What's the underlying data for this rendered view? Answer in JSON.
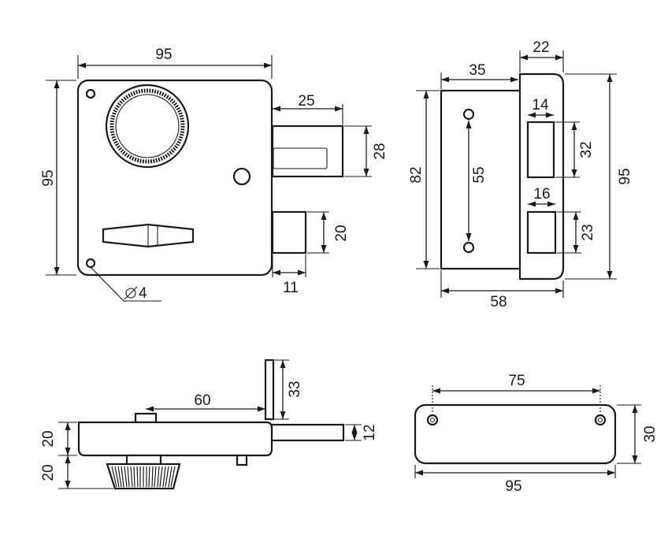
{
  "colors": {
    "line": "#1a1a1a",
    "background": "#ffffff"
  },
  "front_view": {
    "width": "95",
    "height": "95",
    "bolt_width": "25",
    "bolt_height": "28",
    "latch_height": "20",
    "latch_width": "11",
    "hole_diameter": "4"
  },
  "plate_view": {
    "total_width": "22",
    "body_width": "35",
    "body_height": "82",
    "hole_spacing": "55",
    "upper_slot_width": "14",
    "upper_slot_height": "32",
    "lower_slot_width": "16",
    "lower_slot_height": "23",
    "total_height": "95",
    "overall_depth": "58"
  },
  "side_view": {
    "strike_height": "33",
    "bolt_offset": "60",
    "bolt_thickness": "12",
    "body_depth": "20",
    "knob_depth": "20"
  },
  "bottom_plate": {
    "hole_spacing": "75",
    "length": "95",
    "height": "30"
  }
}
